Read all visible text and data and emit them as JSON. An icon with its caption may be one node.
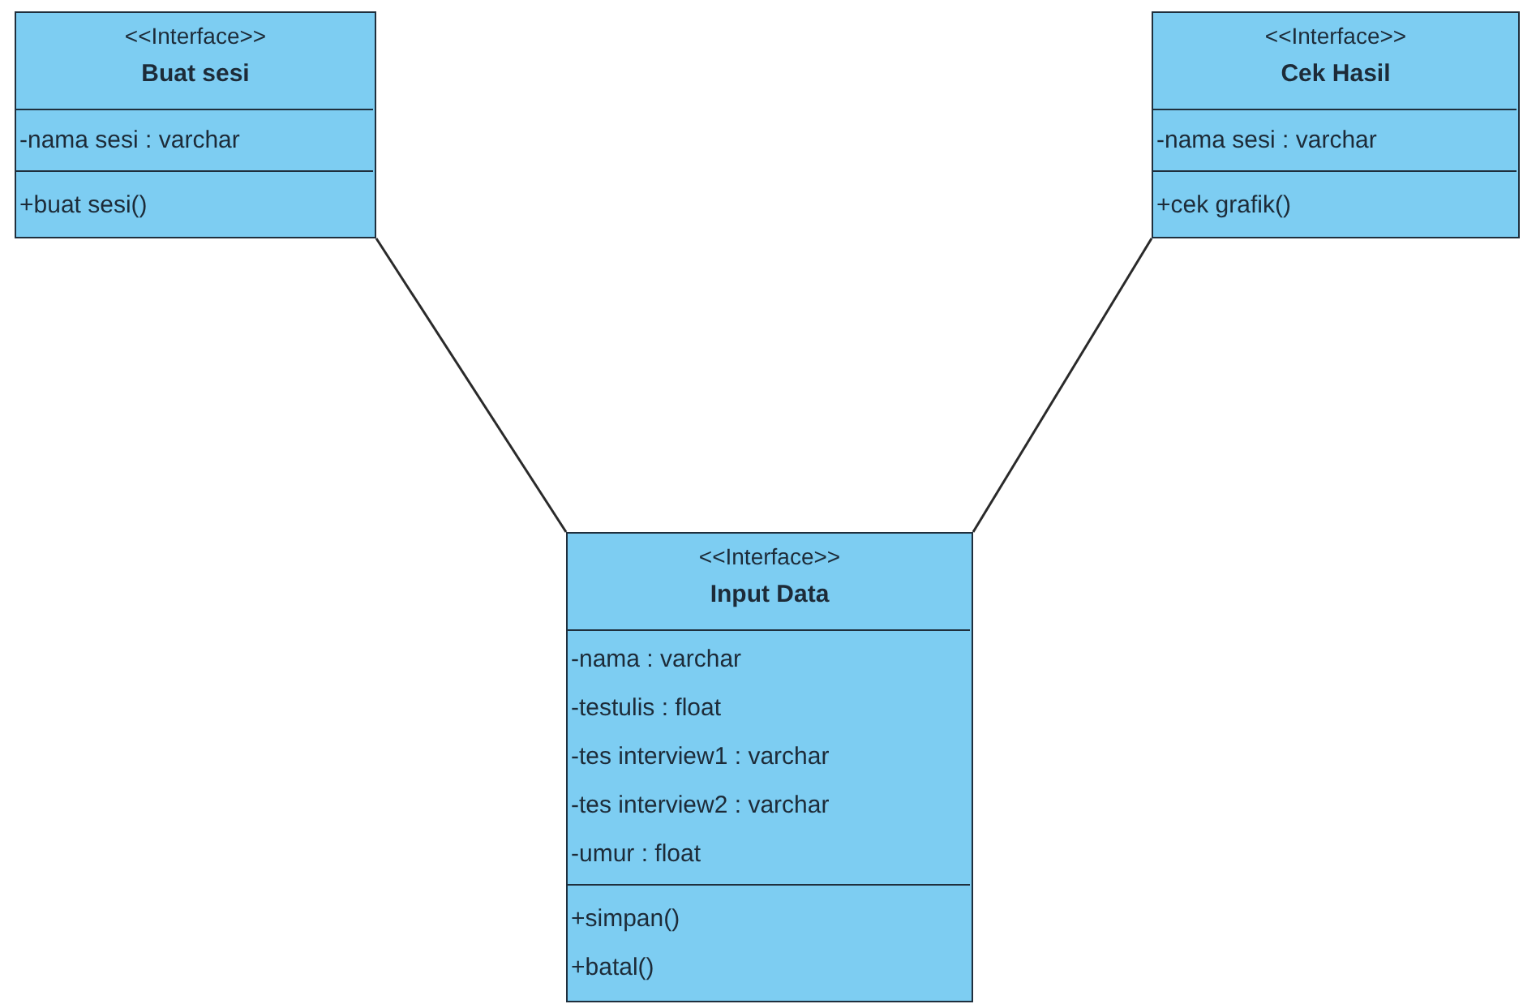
{
  "diagram": {
    "nodes": [
      {
        "text": [
          "<<Interface>>",
          "Buat sesi"
        ]
      },
      {
        "text": [
          "-nama sesi : varchar"
        ],
        "in": 0
      },
      {
        "text": [
          "+buat sesi()"
        ],
        "in": 0
      },
      {
        "text": [
          "<<Interface>>",
          "Cek Hasil"
        ]
      },
      {
        "text": [
          "-nama sesi : varchar"
        ],
        "in": 3
      },
      {
        "text": [
          "+cek grafik()"
        ],
        "in": 3
      },
      {
        "text": [
          "<<Interface>>",
          "Input Data"
        ]
      },
      {
        "text": [
          "-nama : varchar",
          "-testulis : float",
          "-tes interview1 : varchar",
          "-tes interview2 : varchar",
          "-umur : float"
        ],
        "in": 6
      },
      {
        "text": [
          "+simpan()",
          "+batal()"
        ],
        "in": 6
      }
    ],
    "edges": [
      {
        "from": 0,
        "to": 6,
        "arrow": "none"
      },
      {
        "from": 3,
        "to": 6,
        "arrow": "none"
      }
    ]
  }
}
